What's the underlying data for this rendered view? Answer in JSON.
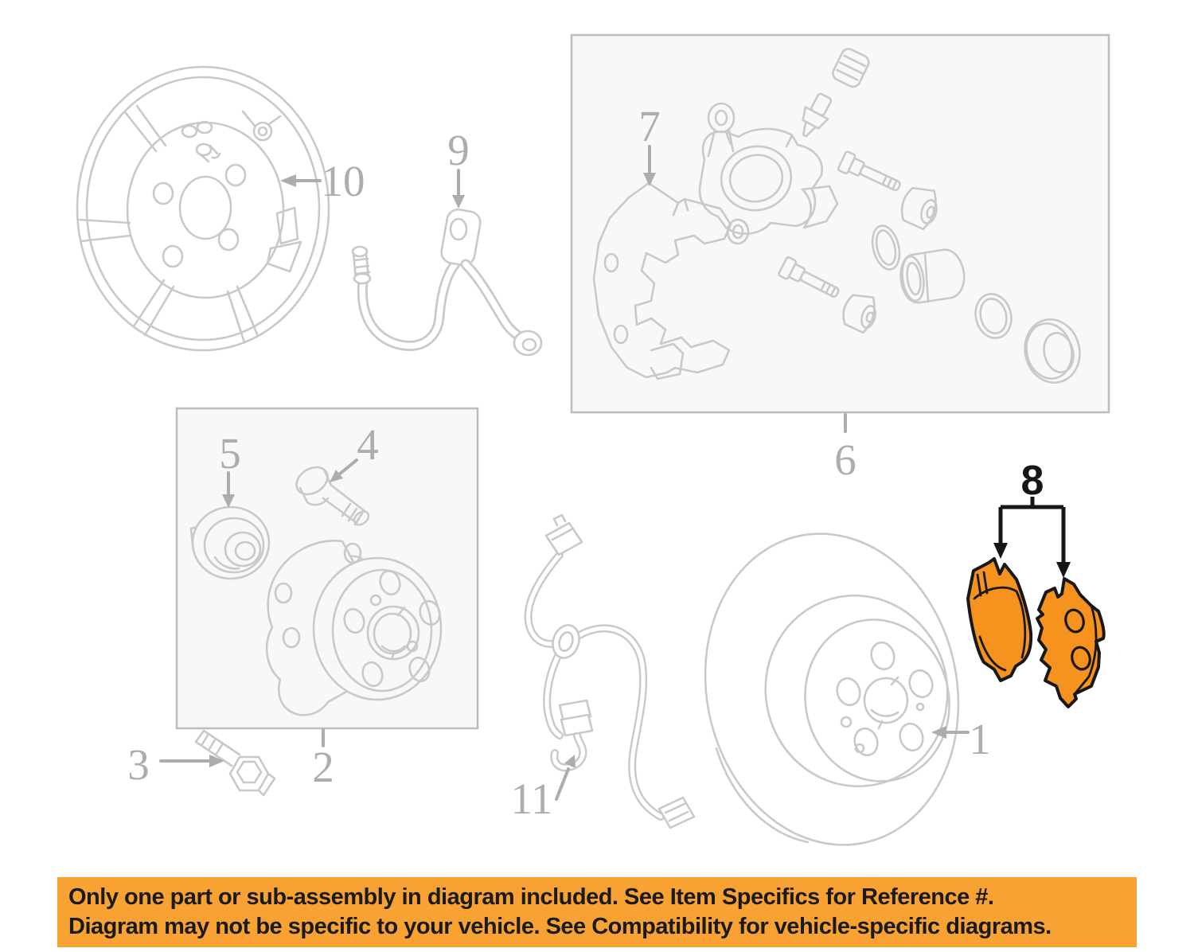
{
  "diagram": {
    "line_color": "#c9c9c9",
    "label_color": "#adadad",
    "box_border_color": "#bdbdbd",
    "box_fill_color": "#f8f8f8",
    "highlight_fill": "#f6921e",
    "highlight_outline": "#181818",
    "labels": {
      "disc_rotor": "1",
      "hub_assembly": "2",
      "hub_bolt": "3",
      "mount_bolt": "4",
      "bearing": "5",
      "caliper_assembly": "6",
      "caliper_bracket": "7",
      "brake_pads": "8",
      "brake_hose": "9",
      "backing_plate": "10",
      "abs_sensor_wire": "11"
    }
  },
  "banner": {
    "background_color": "#f7a233",
    "text_color": "#1a1a1a",
    "line1": "Only one part or sub-assembly in diagram included. See Item Specifics for Reference #.",
    "line2": "Diagram may not be specific to your vehicle. See Compatibility for vehicle-specific diagrams."
  }
}
